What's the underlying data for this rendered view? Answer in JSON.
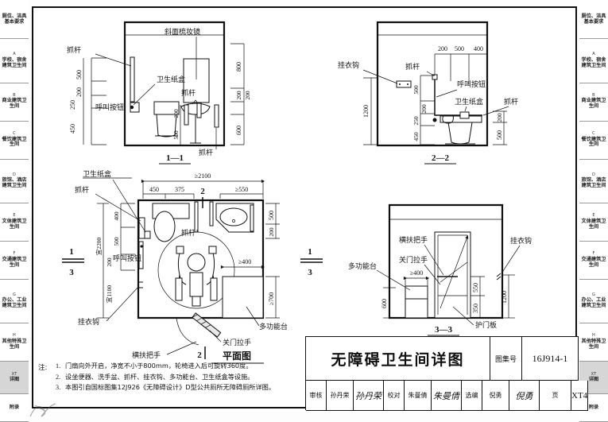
{
  "sidebar": {
    "items": [
      {
        "letter": "",
        "label": "厕位、洁具基本要求",
        "active": false
      },
      {
        "letter": "A",
        "label": "学校、宿舍建筑卫生间",
        "active": false
      },
      {
        "letter": "B",
        "label": "商业建筑卫生间",
        "active": false
      },
      {
        "letter": "C",
        "label": "餐饮建筑卫生间",
        "active": false
      },
      {
        "letter": "D",
        "label": "旅馆、酒店建筑卫生间",
        "active": false
      },
      {
        "letter": "E",
        "label": "文体建筑卫生间",
        "active": false
      },
      {
        "letter": "F",
        "label": "交通建筑卫生间",
        "active": false
      },
      {
        "letter": "G",
        "label": "办公、工业建筑卫生间",
        "active": false
      },
      {
        "letter": "H",
        "label": "其他特殊卫生间",
        "active": false
      },
      {
        "letter": "XT",
        "label": "详图",
        "active": true
      },
      {
        "letter": "",
        "label": "附录",
        "active": false
      }
    ]
  },
  "drawings": {
    "section_1_1": {
      "title": "1—1",
      "labels": {
        "mirror": "斜面梳妆镜",
        "grab_bar_left": "抓杆",
        "paper_box": "卫生纸盒",
        "grab_bar_mid": "抓杆",
        "call_button": "呼叫按钮",
        "grab_bar_bottom": "抓杆"
      },
      "dims_left": [
        "500",
        "200",
        "250",
        "450"
      ],
      "dims_right": [
        "800",
        "200",
        "200",
        "600"
      ],
      "dims_inner": [
        "200",
        "500"
      ]
    },
    "section_2_2": {
      "title": "2—2",
      "labels": {
        "coat_hook": "挂衣钩",
        "grab_bar": "抓杆",
        "call_button": "呼叫按钮",
        "paper_box": "卫生纸盒",
        "grab_bar_right": "抓杆"
      },
      "dims_top": [
        "200",
        "500",
        "400"
      ],
      "dims_left": [
        "1200"
      ],
      "dims_mid": [
        "500",
        "200",
        "250",
        "450"
      ],
      "dims_right": [
        "200",
        "500"
      ]
    },
    "plan": {
      "title": "平面图",
      "labels": {
        "paper_box": "卫生纸盒",
        "grab_bar_left": "抓杆",
        "call_button": "呼叫按钮",
        "coat_hook": "挂衣钩",
        "grab_bar_mid": "抓杆",
        "cross_handle": "横扶把手",
        "door_pull": "关门拉手",
        "multi_table": "多功能台"
      },
      "dims_top_overall": "≥2100",
      "dims_top": [
        "450",
        "375",
        "≥550"
      ],
      "dims_left": [
        "400",
        "500",
        "200"
      ],
      "dims_left_overall": [
        "宜2200",
        "宜1100"
      ],
      "dims_right": [
        "500",
        "200",
        "≥400",
        "≥700"
      ],
      "section_marks": [
        "1",
        "3",
        "2"
      ]
    },
    "section_3_3": {
      "title": "3—3",
      "labels": {
        "cross_handle": "横扶把手",
        "door_pull": "关门拉手",
        "multi_table": "多功能台",
        "coat_hook": "挂衣钩",
        "door_guard": "护门板"
      },
      "dims": [
        "≥400",
        "600",
        "550",
        "350",
        "1200"
      ]
    }
  },
  "notes": {
    "head": "注:",
    "items": [
      "门扇向外开启，净宽不小于800mm，轮椅进入后可旋转360度。",
      "设坐便器、洗手盆、抓杆、挂衣钩、多功能台、卫生纸盒等设施。",
      "本图引自国标图集12J926《无障碍设计》D型公共厕所无障碍厕所详图。"
    ]
  },
  "title_block": {
    "title": "无障碍卫生间详图",
    "atlas_key": "图集号",
    "atlas_value": "16J914-1",
    "page_key": "页",
    "page_value": "XT4",
    "review_key": "审核",
    "review_name": "孙丹荣",
    "review_sign": "孙丹荣",
    "check_key": "校对",
    "check_name": "朱曼倩",
    "check_sign": "朱曼倩",
    "editor_key": "选编",
    "editor_name": "倪勇",
    "editor_sign": "倪勇"
  }
}
